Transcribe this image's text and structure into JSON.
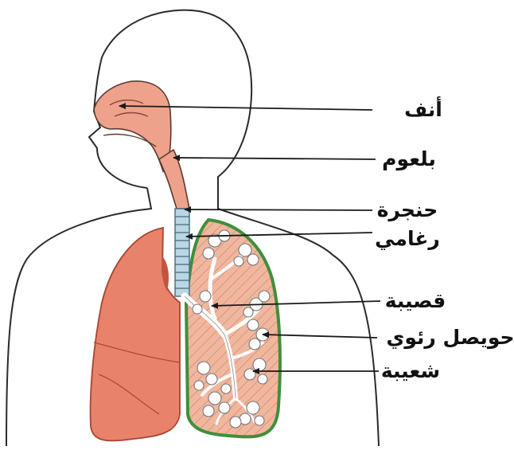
{
  "labels": {
    "nose": "أنف",
    "pharynx": "بلعوم",
    "larynx": "حنجرة",
    "trachea": "رغامي",
    "bronchus": "قصيبة",
    "alveolus": "حويصل رئوي",
    "bronchiole": "شعيبة"
  },
  "colors": {
    "outline": "#2b2b2b",
    "lung_fill": "#e8826a",
    "lung_dark": "#c4543f",
    "airway_fill": "#eea28c",
    "cut_lung_bg": "#f0b79f",
    "cut_lung_border": "#3f8f3a",
    "trachea_ring": "#b9d6e4",
    "alveoli": "#ffffff",
    "text": "#111111"
  }
}
